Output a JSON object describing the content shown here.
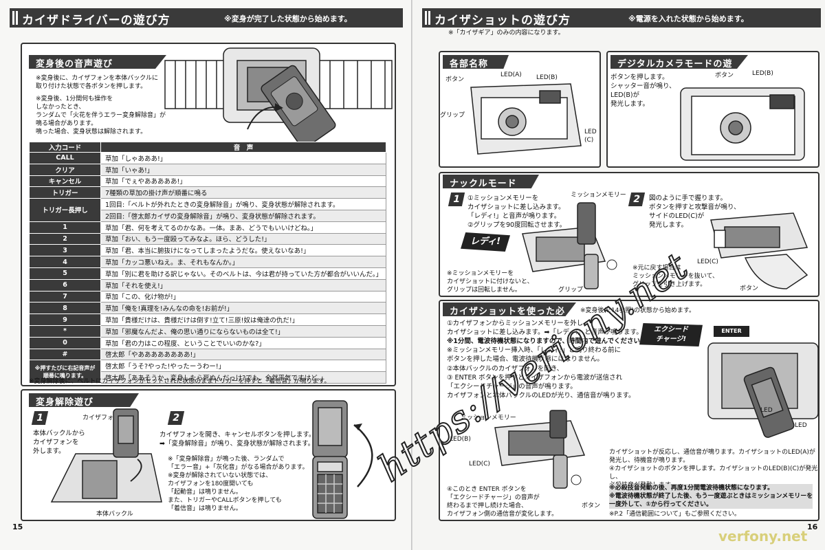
{
  "left": {
    "title": "カイザドライバーの遊び方",
    "subtitle": "※変身が完了した状態から始めます。",
    "voice_section": {
      "heading": "変身後の音声遊び",
      "note1": "※変身後に、カイザフォンを本体バックルに\n取り付けた状態で各ボタンを押します。",
      "note2": "※変身後、1分間何も操作を\nしなかったとき、\nランダムで「火花を伴うエラー変身解除音」が\n鳴る場合があります。\n鳴った場合、変身状態は解除されます。"
    },
    "table": {
      "col1": "入力コード",
      "col2": "音　声",
      "rows": [
        {
          "key": "CALL",
          "val": "草加「しゃあああ!」"
        },
        {
          "key": "クリア",
          "val": "草加「いゃあ!」"
        },
        {
          "key": "キャンセル",
          "val": "草加「でぇやあああああ!」"
        },
        {
          "key": "トリガー",
          "val": "7種類の草加の掛け声が順番に鳴る"
        },
        {
          "key": "トリガー長押し",
          "val": "1回目:「ベルトが外れたときの変身解除音」が鳴り、変身状態が解除されます。"
        },
        {
          "key": "",
          "val": "2回目:「啓太郎カイザの変身解除音」が鳴り、変身状態が解除されます。"
        },
        {
          "key": "1",
          "val": "草加「君、何を考えてるのかなあ。一体。まあ、どうでもいいけどね。」"
        },
        {
          "key": "2",
          "val": "草加「おい、もう一度殴ってみなよ。ほら、どうした!」"
        },
        {
          "key": "3",
          "val": "草加「君、本当に腑抜けになってしまったようだな。使えないなあ!」"
        },
        {
          "key": "4",
          "val": "草加「カッコ悪いねえ。ま、それもなんか。」"
        },
        {
          "key": "5",
          "val": "草加「別に君を助ける訳じゃない。そのベルトは、今は君が持っていた方が都合がいいんだ。」"
        },
        {
          "key": "6",
          "val": "草加「それを使え!」"
        },
        {
          "key": "7",
          "val": "草加「この、化け物が!」"
        },
        {
          "key": "8",
          "val": "草加「俺を!真理を!みんなの命を!お前が!」"
        },
        {
          "key": "9",
          "val": "草加「貴様だけは、貴様だけは倒す!立て!三原!奴は俺達の仇だ!」"
        },
        {
          "key": "*",
          "val": "草加「邪魔なんだよ、俺の思い通りにならないものは全て!」"
        },
        {
          "key": "0",
          "val": "草加「君の力はこの程度、ということでいいのかな?」"
        },
        {
          "key": "#",
          "val": "啓太郎「やああああああああ!」"
        },
        {
          "key": "※押すたびに右記音声が順番に鳴ります。",
          "val": "啓太郎「うそ?やった!やったーうわー!」"
        },
        {
          "key": "",
          "val": "啓太郎「ああそうか、変身したら死ぬんだっけ?でも、全然平気ですけど。」"
        }
      ],
      "footnote": "※変身解除後に、ベルトにカイザフォンがセットされた状態のままトリガーを押すと「着信音」が鳴ります。"
    },
    "release_section": {
      "heading": "変身解除遊び",
      "step1": "本体バックルから\nカイザフォンを\n外します。",
      "phone_label": "カイザフォン",
      "buckle_label": "本体バックル",
      "step2": "カイザフォンを開き、キャンセルボタンを押します。\n➡「変身解除音」が鳴り、変身状態が解除されます。",
      "note": "※「変身解除音」が鳴った後、ランダムで\n「エラー音」+「灰化音」がなる場合があります。\n※変身が解除されていない状態では、\nカイザフォンを180度開いても\n「起動音」は鳴りません。\nまた、トリガーやCALLボタンを押しても\n「着信音」は鳴りません。"
    },
    "page_number": "15"
  },
  "right": {
    "title": "カイザショットの遊び方",
    "subtitle": "※電源を入れた状態から始めます。",
    "gear_note": "※「カイザギア」のみの内容になります。",
    "parts": {
      "heading": "各部名称",
      "button": "ボタン",
      "led_a": "LED(A)",
      "led_b": "LED(B)",
      "grip": "グリップ",
      "led_c": "LED\n(C)"
    },
    "camera": {
      "heading": "デジタルカメラモードの遊び方",
      "text": "ボタンを押します。\nシャッター音が鳴り、\nLED(B)が\n発光します。",
      "button": "ボタン",
      "led_b": "LED(B)"
    },
    "knuckle": {
      "heading": "ナックルモード",
      "step1": "①ミッションメモリーを\nカイザショットに差し込みます。\n「レディ!」と音声が鳴ります。\n②グリップを90度回転させます。",
      "mission_memory": "ミッションメモリー",
      "ready": "レディ!",
      "note1": "※ミッションメモリーを\nカイザショットに付けないと、\nグリップは回転しません。",
      "grip": "グリップ",
      "step2": "図のように手で握ります。\nボタンを押すと攻撃音が鳴り、\nサイドのLED(C)が\n発光します。",
      "led_c": "LED(C)",
      "note2": "※元に戻す場合は\nミッションメモリーを抜いて、\nグリップを引き上げます。",
      "button": "ボタン"
    },
    "special": {
      "heading": "カイザショットを使った必殺技",
      "sub": "※変身後(P.14参照)の状態から始めます。",
      "text1": "①カイザフォンからミッションメモリーを外し、\nカイザショットに差し込みます。➡「レディ!」と音声が鳴ります。",
      "text2": "※1分間、電波待機状態になりますので、時間内で遊んでください。",
      "text3": "※ミッションメモリー挿入時、「レディ!」と鳴り終わる前に\nボタンを押した場合、電波待機状態にはなりません。",
      "text4": "②本体バックルのカイザフォンを開き、",
      "text5": "③ ENTER ボタンを押すとカイザフォンから電波が送信され\n「エクシードチャージ」の音声が鳴ります。\nカイザフォンと本体バックルのLEDが光り、通信音が鳴ります。",
      "exceed": "エクシード\nチャージ!",
      "enter": "ENTER",
      "mission_memory": "ミッションメモリー",
      "led_b": "LED(B)",
      "led_c": "LED(C)",
      "led": "LED",
      "button": "ボタン",
      "step4": "④このとき ENTER ボタンを\n「エクシードチャージ」の音声が\n終わるまで押し続けた場合、\nカイザフォン側の通信音が変化します。",
      "result": "カイザショットが反応し、通信音が鳴ります。カイザショットのLED(A)が\n発光し、待機音が鳴ります。\n④カイザショットのボタンを押します。カイザショットのLED(B)(C)が発光し、\n必殺技音が発動します。",
      "notes": "※必殺技音発動の後、再度1分間電波待機状態になります。\n※電波待機状態が終了した後、もう一度遊ぶときはミッションメモリーを\n一度外して、①から行ってください。",
      "ref": "※P.2「通信範囲について」もご参照ください。"
    },
    "page_number": "16"
  },
  "watermark": "https://veriony.net",
  "watermark_small": "verfony.net"
}
